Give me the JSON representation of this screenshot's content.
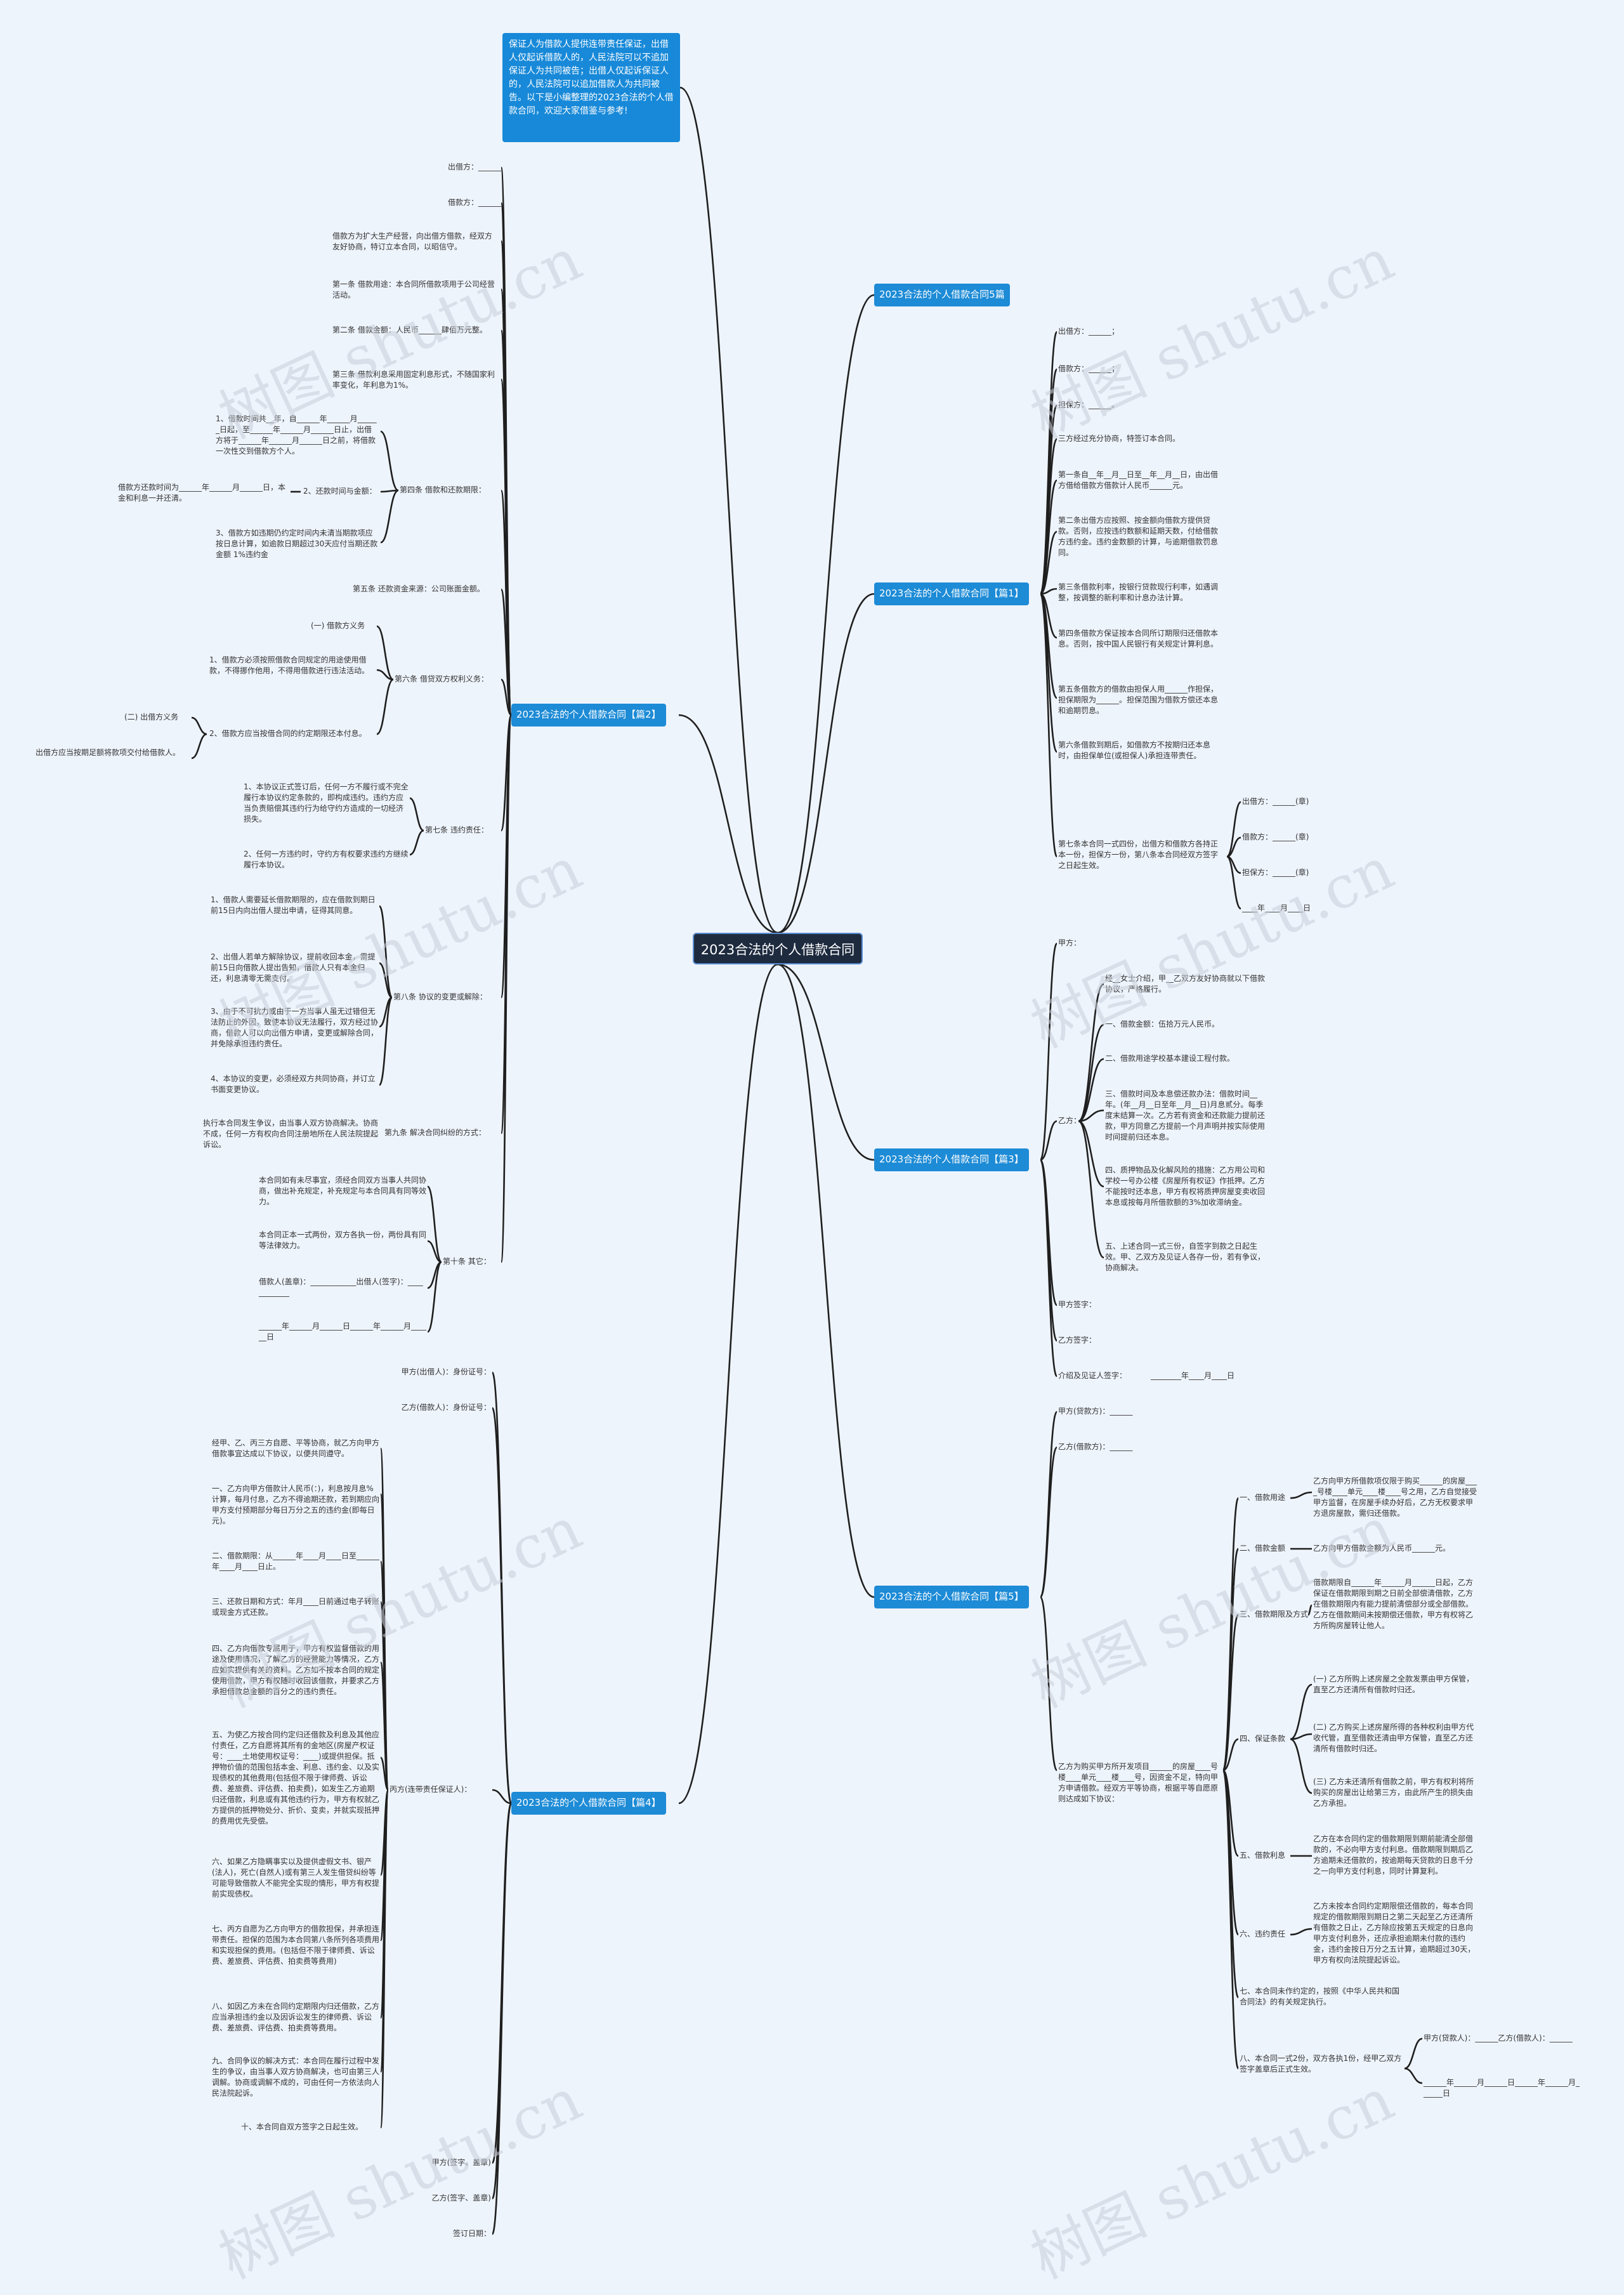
{
  "root": "2023合法的个人借款合同",
  "intro": "保证人为借款人提供连带责任保证，出借人仅起诉借款人的，人民法院可以不追加保证人为共同被告；出借人仅起诉保证人的，人民法院可以追加借款人为共同被告。以下是小编整理的2023合法的个人借款合同，欢迎大家借鉴与参考!",
  "watermark": "树图 shutu.cn",
  "branches": [
    {
      "label": "2023合法的个人借款合同5篇"
    },
    {
      "label": "2023合法的个人借款合同【篇1】",
      "items": [
        "出借方：______；",
        "借款方：______；",
        "担保方：______。",
        "三方经过充分协商，特签订本合同。",
        "第一条自__年__月__日至__年__月__日，由出借方借给借款方借款计人民币______元。",
        "第二条出借方应按照、按金额向借款方提供贷款。否则，应按违约数额和延期天数，付给借款方违约金。违约金数额的计算，与逾期借款罚息同。",
        "第三条借款利率，按银行贷款现行利率，如遇调整，按调整的新利率和计息办法计算。",
        "第四条借款方保证按本合同所订期限归还借款本息。否则，按中国人民银行有关规定计算利息。",
        "第五条借款方的借款由担保人用______作担保，担保期限为______。担保范围为借款方偿还本息和逾期罚息。",
        "第六条借款到期后，如借款方不按期归还本息时，由担保单位(或担保人)承担连带责任。",
        "第七条本合同一式四份，出借方和借款方各持正本一份，担保方一份，第八条本合同经双方签字之日起生效。"
      ],
      "signs": [
        "出借方：______(章)",
        "借款方：______(章)",
        "担保方：______(章)",
        "____年____月____日"
      ]
    },
    {
      "label": "2023合法的个人借款合同【篇2】",
      "items": [
        "出借方：______",
        "借款方：______",
        "借款方为扩大生产经营，向出借方借款，经双方友好协商，特订立本合同，以昭信守。",
        "第一条 借款用途：本合同所借款项用于公司经营活动。",
        "第二条 借款金额：人民币______肆佰万元整。",
        "第三条 借款利息采用固定利息形式，不随国家利率变化，年利息为1%。",
        "第四条 借款和还款期限：",
        "第五条 还款资金来源：公司账面金额。",
        "第六条 借贷双方权利义务：",
        "第七条 违约责任：",
        "第八条 协议的变更或解除：",
        "第九条 解决合同纠纷的方式：",
        "第十条 其它："
      ],
      "art4": [
        "1、借款时间共__年，自______年______月______日起，至______年______月______日止，出借方将于______年______月______日之前，将借款一次性交到借款方个人。",
        "2、还款时间与金额：",
        "3、借款方如违期仍约定时间内未清当期款项应按日息计算，如逾款日期超过30天应付当期还款金额 1%违约金"
      ],
      "art4_sub": "借款方还款时间为______年______月______日，本金和利息一并还清。",
      "art6": [
        "(一) 借款方义务",
        "1、借款方必须按照借款合同规定的用途使用借款，不得挪作他用，不得用借款进行违法活动。",
        "2、借款方应当按借合同的约定期限还本付息。"
      ],
      "art6_sub": [
        "(二) 出借方义务",
        "出借方应当按期足额将款项交付给借款人。"
      ],
      "art7": [
        "1、本协议正式签订后，任何一方不履行或不完全履行本协议约定条款的，即构成违约。违约方应当负责赔偿其违约行为给守约方造成的一切经济损失。",
        "2、任何一方违约时，守约方有权要求违约方继续履行本协议。"
      ],
      "art8": [
        "1、借款人需要延长借款期限的，应在借款到期日前15日内向出借人提出申请，征得其同意。",
        "2、出借人若单方解除协议，提前收回本金，需提前15日向借款人提出告知，借款人只有本金归还，利息清零无需支付。",
        "3、由于不可抗力或由于一方当事人虽无过错但无法防止的外因，致使本协议无法履行，双方经过协商，借款人可以向出借方申请，变更或解除合同，并免除承担违约责任。",
        "4、本协议的变更，必须经双方共同协商，并订立书面变更协议。"
      ],
      "art9": "执行本合同发生争议，由当事人双方协商解决。协商不成，任何一方有权向合同注册地所在人民法院提起诉讼。",
      "art10": [
        "本合同如有未尽事宜，须经合同双方当事人共同协商，做出补充规定，补充规定与本合同具有同等效力。",
        "本合同正本一式两份，双方各执一份，两份具有同等法律效力。",
        "借款人(盖章)：____________出借人(签字)：____________",
        "______年______月______日______年______月______日"
      ]
    },
    {
      "label": "2023合法的个人借款合同【篇3】",
      "items": [
        "甲方：",
        "乙方：",
        "甲方签字：",
        "乙方签字：",
        "介绍及见证人签字："
      ],
      "b_items": [
        "经__女士介绍，甲__乙双方友好协商就以下借款协议，严格履行。",
        "一、借款金额：伍拾万元人民币。",
        "二、借款用途学校基本建设工程付款。",
        "三、借款时间及本息偿还款办法：借款时间__年。(年__月__日至年__月__日)月息贰分。每季度末结算一次。乙方若有资金和还款能力提前还款，甲方同意乙方提前一个月声明并按实际使用时间提前归还本息。",
        "四、质押物品及化解风险的措施：乙方用公司和学校一号办公楼《房屋所有权证》作抵押。乙方不能按时还本息，甲方有权将质押房屋变卖收回本息或按每月所借款额的3%加收滞纳金。",
        "五、上述合同一式三份，自签字到款之日起生效。甲、乙双方及见证人各存一份，若有争议，协商解决。"
      ],
      "date": "________年____月____日"
    },
    {
      "label": "2023合法的个人借款合同【篇4】",
      "items": [
        "甲方(出借人)：身份证号：",
        "乙方(借款人)：身份证号：",
        "丙方(连带责任保证人)：",
        "甲方(签字、盖章)",
        "乙方(签字、盖章)",
        "签订日期："
      ],
      "c_items": [
        "经甲、乙、丙三方自愿、平等协商，就乙方向甲方借款事宜达成以下协议，以便共同遵守。",
        "一、乙方向甲方借款计人民币(：)，利息按月息%计算，每月付息，乙方不得逾期还款，若到期应向甲方支付预期部分每日万分之五的违约金(即每日元)。",
        "二、借款期限：从______年____月____日至______年____月____日止。",
        "三、还款日期和方式：年月____日前通过电子转账或现金方式还款。",
        "四、乙方向借款专属用于，甲方有权监督借款的用途及使用情况，了解乙方的经营能力等情况，乙方应如实提供有关的资料。乙方如不按本合同的规定使用借款，甲方有权随时收回该借款，并要求乙方承担借款总金额的百分之的违约责任。",
        "五、为使乙方按合同约定归还借款及利息及其他应付责任，乙方自愿将其所有的金地区(房屋产权证号：____土地使用权证号：____)或提供担保。抵押物价值的范围包括本金、利息、违约金、以及实现债权的其他费用(包括但不限于律师费、诉讼费、差旅费、评估费、拍卖费)，如发生乙方逾期归还借款，利息或有其他违约行为，甲方有权就乙方提供的抵押物处分、折价、变卖，并就实现抵押的费用优先受偿。",
        "六、如果乙方隐瞒事实以及提供虚假文书、银产(法人)，死亡(自然人)或有第三人发生借贷纠纷等可能导致借款人不能完全实现的情形，甲方有权提前实现债权。",
        "七、丙方自愿为乙方向甲方的借款担保，并承担连带责任。担保的范围为本合同第八条所列各项费用和实现担保的费用。(包括但不限于律师费、诉讼费、差旅费、评估费、拍卖费等费用)",
        "八、如因乙方未在合同约定期限内归还借款，乙方应当承担违约金以及因诉讼发生的律师费、诉讼费、差旅费、评估费、拍卖费等费用。",
        "九、合同争议的解决方式：本合同在履行过程中发生的争议，由当事人双方协商解决，也可由第三人调解。协商或调解不成的，可由任何一方依法向人民法院起诉。",
        "十、本合同自双方签字之日起生效。"
      ]
    },
    {
      "label": "2023合法的个人借款合同【篇5】",
      "items": [
        "甲方(贷款方)：______",
        "乙方(借款方)：______",
        "乙方为购买甲方所开发项目______的房屋____号楼____单元____楼____号，因资金不足，特向甲方申请借款。经双方平等协商，根据平等自愿原则达成如下协议："
      ],
      "d_items": [
        "一、借款用途",
        "二、借款金额",
        "三、借款期限及方式",
        "四、保证条款",
        "五、借款利息",
        "六、违约责任",
        "七、本合同未作约定的，按照《中华人民共和国合同法》的有关规定执行。",
        "八、本合同一式2份，双方各执1份，经甲乙双方签字盖章后正式生效。"
      ],
      "d_leaves": [
        "乙方向甲方所借款项仅限于购买______的房屋____号楼____单元____楼____号之用，乙方自觉接受甲方监督，在房屋手续办好后，乙方无权要求甲方退房屋款，需归还借款。",
        "乙方向甲方借款金额为人民币______元。",
        "借款期限自______年______月______日起，乙方保证在借款期限到期之日前全部偿清借款，乙方在借款期限内有能力提前清偿部分或全部借款。乙方在借款期间未按期偿还借款，甲方有权将乙方所购房屋转让他人。",
        "(一) 乙方所购上述房屋之全款发票由甲方保管，直至乙方还清所有借款时归还。",
        "(二) 乙方购买上述房屋所得的各种权利由甲方代收代管，直至借款还清由甲方保管，直至乙方还清所有借款时归还。",
        "(三) 乙方未还清所有借款之前，甲方有权利将所购买的房屋出让给第三方，由此所产生的损失由乙方承担。",
        "乙方在本合同约定的借款期限到期前能清全部借款的，不必向甲方支付利息。借款期限到期后乙方逾期未还借款的，按逾期每天贷款的日息千分之一向甲方支付利息，同时计算复利。",
        "乙方未按本合同约定期限偿还借款的，每本合同规定的借款期限到期日之第二天起至乙方还清所有借款之日止，乙方除应按第五天规定的日息向甲方支付利息外，还应承担逾期未付款的违约金，违约金按日万分之五计算，逾期超过30天，甲方有权向法院提起诉讼。"
      ],
      "signs": [
        "甲方(贷款人)：______乙方(借款人)：______",
        "______年______月______日______年______月______日"
      ]
    }
  ]
}
